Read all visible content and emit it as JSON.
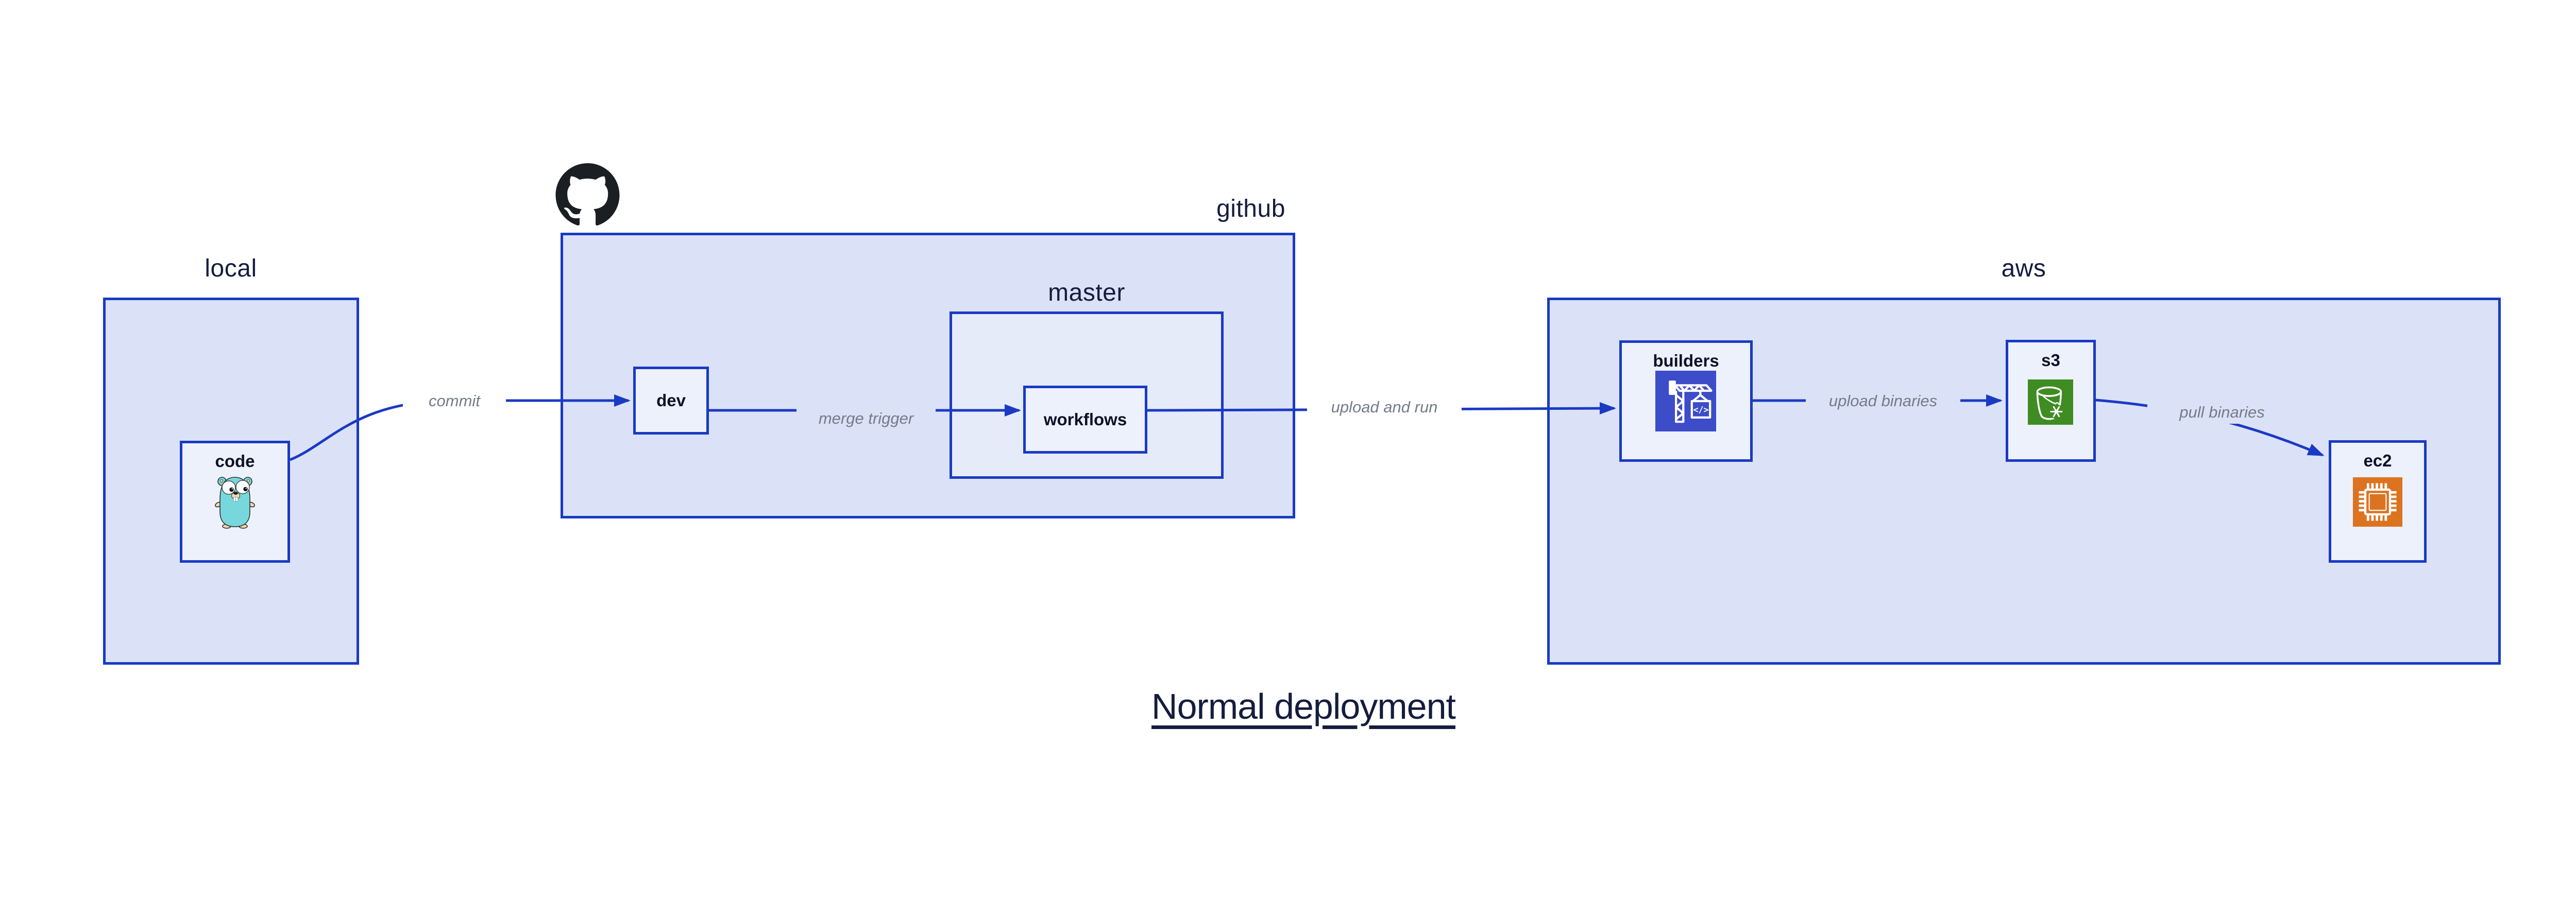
{
  "title": "Normal deployment",
  "clusters": {
    "local": {
      "label": "local"
    },
    "github": {
      "label": "github"
    },
    "master": {
      "label": "master"
    },
    "aws": {
      "label": "aws"
    }
  },
  "nodes": {
    "code": {
      "label": "code",
      "icon": "go-gopher-icon"
    },
    "dev": {
      "label": "dev"
    },
    "workflows": {
      "label": "workflows"
    },
    "builders": {
      "label": "builders",
      "icon": "build-crane-icon",
      "icon_glyph": "</>"
    },
    "s3": {
      "label": "s3",
      "icon": "s3-bucket-icon"
    },
    "ec2": {
      "label": "ec2",
      "icon": "ec2-chip-icon"
    }
  },
  "edges": {
    "commit": {
      "label": "commit",
      "from": "code",
      "to": "dev"
    },
    "merge_trigger": {
      "label": "merge trigger",
      "from": "dev",
      "to": "workflows"
    },
    "upload_and_run": {
      "label": "upload and run",
      "from": "workflows",
      "to": "builders"
    },
    "upload_binaries": {
      "label": "upload binaries",
      "from": "builders",
      "to": "s3"
    },
    "pull_binaries": {
      "label": "pull binaries",
      "from": "s3",
      "to": "ec2"
    }
  },
  "colors": {
    "edge_blue": "#1a3ac4",
    "container_fill": "#dbe2f7",
    "master_fill": "#e6ebfa",
    "node_fill": "#edf1fc",
    "text_navy": "#151c3d",
    "node_label_navy": "#0c1228",
    "edge_label_gray": "#757b88",
    "builders_indigo": "#3d4cc8",
    "s3_green": "#3f8c23",
    "ec2_orange": "#dc7321",
    "octocat_black": "#1b1f23",
    "gopher_teal": "#76d8dc",
    "gopher_tan": "#f2d6ac"
  }
}
